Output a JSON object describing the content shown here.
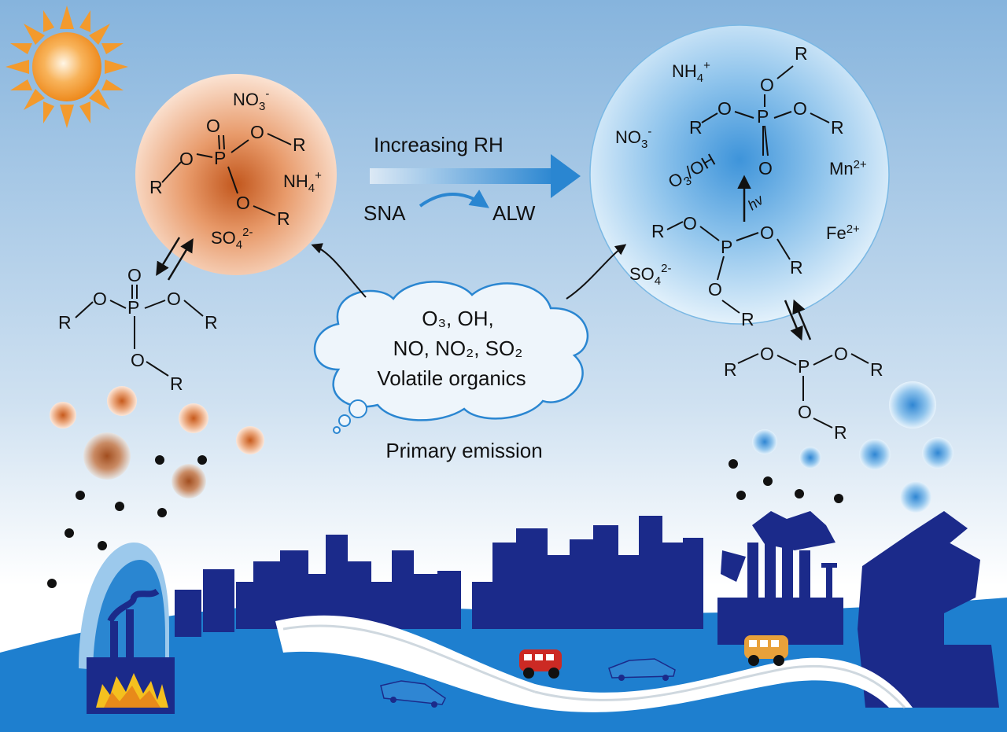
{
  "labels": {
    "increasing_rh": "Increasing RH",
    "sna": "SNA",
    "alw": "ALW",
    "primary_emission": "Primary emission",
    "cloud_line1": "O₃, OH,",
    "cloud_line2": "NO, NO₂, SO₂",
    "cloud_line3": "Volatile organics",
    "oxidant_left": "O",
    "oxidant_sub": "3",
    "oxidant_right": "/OH",
    "hv": "hv"
  },
  "ions": {
    "no3": {
      "base": "NO",
      "sub": "3",
      "sup": "-"
    },
    "nh4": {
      "base": "NH",
      "sub": "4",
      "sup": "+"
    },
    "so4": {
      "base": "SO",
      "sub": "4",
      "sup": "2-"
    },
    "mn": {
      "base": "Mn",
      "sup": "2+"
    },
    "fe": {
      "base": "Fe",
      "sup": "2+"
    }
  },
  "atoms": {
    "p": "P",
    "o": "O",
    "r": "R"
  },
  "colors": {
    "sky_top": "#8ab8df",
    "sky_bottom": "#ffffff",
    "city": "#1b2a8a",
    "ground": "#1e7fcf",
    "sun": "#f39a2d",
    "orange_particle": "#d9692a",
    "blue_particle": "#3a8fd6"
  }
}
